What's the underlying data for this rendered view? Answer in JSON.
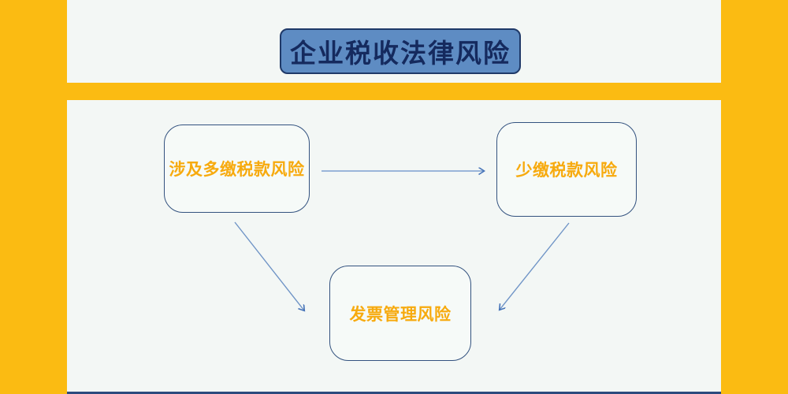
{
  "colors": {
    "background": "#FBBB12",
    "panel": "#F3F7F5",
    "title_fill": "#5E8CC3",
    "title_border": "#1F3968",
    "title_text": "#152A5E",
    "node_border": "#33527F",
    "node_text": "#F7AA0E",
    "arrow": "#6F94C6",
    "bottom_bar": "#2D4B7E"
  },
  "title": {
    "label": "企业税收法律风险"
  },
  "diagram": {
    "nodes": [
      {
        "id": "overpaid-tax-risk",
        "label": "涉及多缴税款风险"
      },
      {
        "id": "underpaid-tax-risk",
        "label": "少缴税款风险"
      },
      {
        "id": "invoice-management-risk",
        "label": "发票管理风险"
      }
    ],
    "edges": [
      {
        "from": "涉及多缴税款风险",
        "to": "少缴税款风险",
        "direction": "right"
      },
      {
        "from": "涉及多缴税款风险",
        "to": "发票管理风险",
        "direction": "down-right"
      },
      {
        "from": "少缴税款风险",
        "to": "发票管理风险",
        "direction": "down-left"
      }
    ]
  }
}
